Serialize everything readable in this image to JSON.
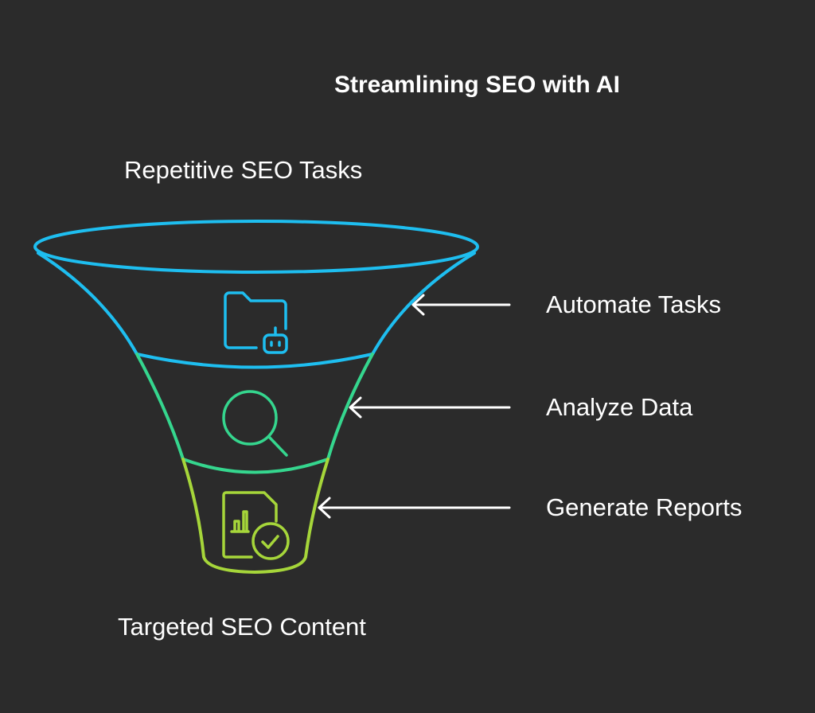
{
  "title": "Streamlining SEO with AI",
  "input_label": "Repetitive SEO Tasks",
  "output_label": "Targeted SEO Content",
  "stages": [
    {
      "label": "Automate Tasks",
      "icon": "folder-robot-icon",
      "color": "#1ebef0"
    },
    {
      "label": "Analyze Data",
      "icon": "magnifier-icon",
      "color": "#35d68e"
    },
    {
      "label": "Generate Reports",
      "icon": "report-check-icon",
      "color": "#a6d63a"
    }
  ]
}
